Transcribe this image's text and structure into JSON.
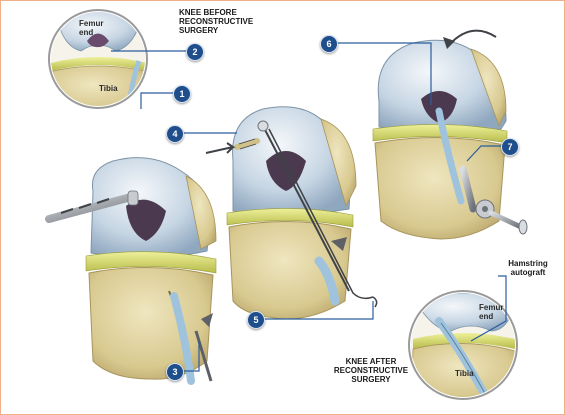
{
  "captions": {
    "before": "KNEE BEFORE\nRECONSTRUCTIVE\nSURGERY",
    "after": "KNEE AFTER\nRECONSTRUCTIVE\nSURGERY",
    "graft": "Hamstring\nautograft"
  },
  "labels": {
    "femur_before": "Femur\nend",
    "tibia_before": "Tibia",
    "femur_after": "Femur\nend",
    "tibia_after": "Tibia"
  },
  "steps": [
    "1",
    "2",
    "3",
    "4",
    "5",
    "6",
    "7"
  ],
  "colors": {
    "callout": "#1f4e8c",
    "line": "#2a5d9e",
    "bone": "#e2d6a6",
    "cartilage": "#b9cde0",
    "meniscus": "#dfe27a",
    "tendon": "#9fc3dc",
    "tool": "#8a8e94"
  }
}
